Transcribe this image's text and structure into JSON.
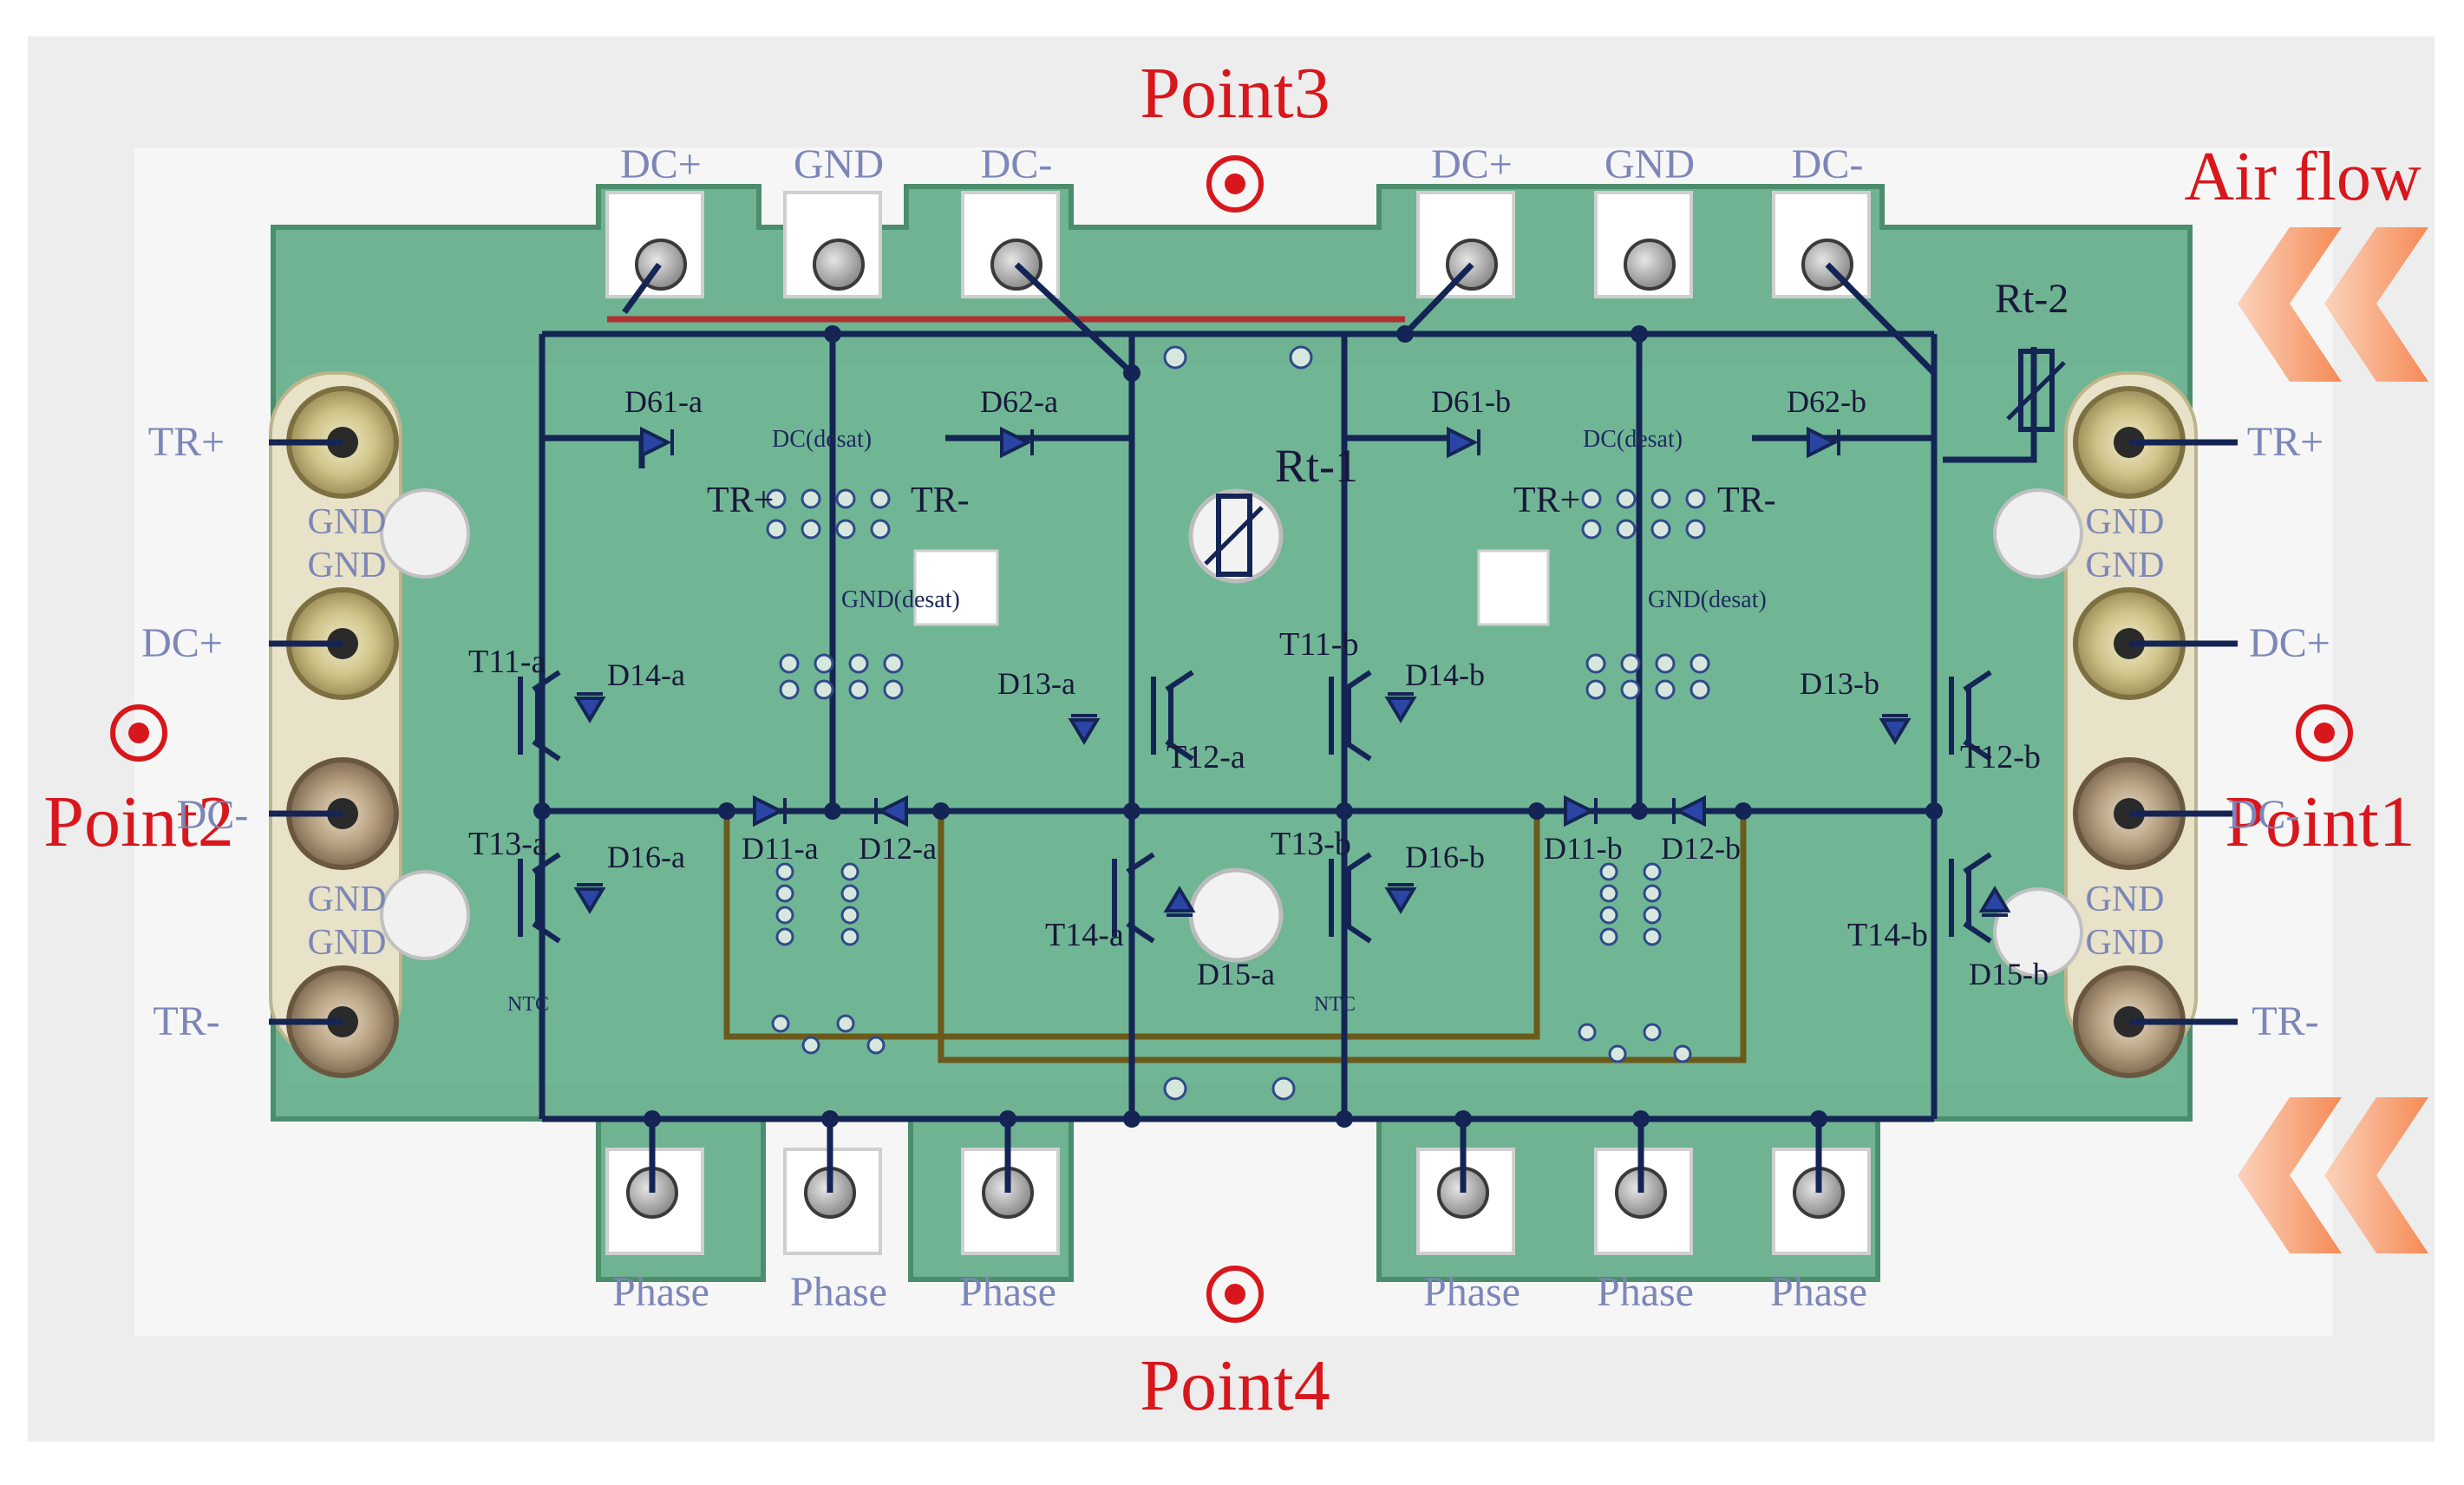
{
  "figure": {
    "annotations": {
      "point1": "Point1",
      "point2": "Point2",
      "point3": "Point3",
      "point4": "Point4",
      "air_flow": "Air flow"
    },
    "terminals": {
      "top": [
        "DC+",
        "GND",
        "DC-",
        "DC+",
        "GND",
        "DC-"
      ],
      "bottom": [
        "Phase",
        "Phase",
        "Phase",
        "Phase",
        "Phase",
        "Phase"
      ],
      "left": {
        "tr_plus": "TR+",
        "gnd_1": "GND",
        "gnd_2": "GND",
        "dc_plus": "DC+",
        "dc_minus": "DC-",
        "gnd_3": "GND",
        "gnd_4": "GND",
        "tr_minus": "TR-"
      },
      "right": {
        "tr_plus": "TR+",
        "gnd_1": "GND",
        "gnd_2": "GND",
        "dc_plus": "DC+",
        "dc_minus": "DC-",
        "gnd_3": "GND",
        "gnd_4": "GND",
        "tr_minus": "TR-"
      }
    },
    "components": {
      "thermistors": [
        "Rt-1",
        "Rt-2"
      ],
      "transistors": [
        "T11-a",
        "T12-a",
        "T13-a",
        "T14-a",
        "T11-b",
        "T12-b",
        "T13-b",
        "T14-b"
      ],
      "diodes": [
        "D61-a",
        "D62-a",
        "D61-b",
        "D62-b",
        "D14-a",
        "D13-a",
        "D16-a",
        "D15-a",
        "D14-b",
        "D13-b",
        "D16-b",
        "D15-b",
        "D11-a",
        "D12-a",
        "D11-b",
        "D12-b"
      ],
      "tr_labels": [
        "TR+",
        "TR-",
        "TR+",
        "TR-"
      ],
      "desat": [
        "DC(desat)",
        "GND(desat)",
        "DC(desat)",
        "GND(desat)"
      ],
      "ntc": [
        "NTC",
        "NTC"
      ]
    },
    "colors": {
      "annotation": "#d8171c",
      "pcb": "#6fb393",
      "trace": "#101d4a",
      "terminal_label": "#7c86b8",
      "arrow": "#f59a6a"
    }
  }
}
